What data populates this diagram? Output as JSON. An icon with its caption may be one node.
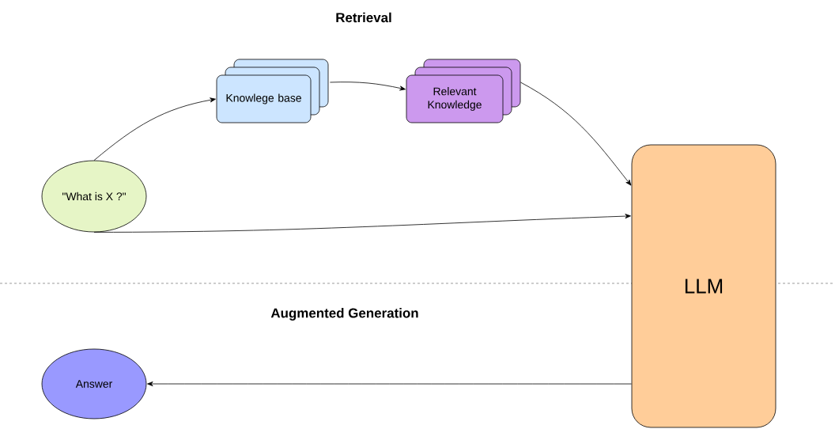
{
  "diagram": {
    "nodes": [
      {
        "text": [
          "\"What is X ?\""
        ]
      },
      {
        "text": [
          "Knowlege base"
        ]
      },
      {
        "text": [
          "Relevant Knowledge"
        ]
      },
      {
        "text": [
          "LLM"
        ]
      },
      {
        "text": [
          "Answer"
        ]
      }
    ],
    "edges": [
      {
        "from": 0,
        "to": 1,
        "arrow": "to"
      },
      {
        "from": 1,
        "to": 2,
        "arrow": "to"
      },
      {
        "from": 2,
        "to": 3,
        "arrow": "to"
      },
      {
        "from": 0,
        "to": 3,
        "arrow": "to"
      },
      {
        "from": 3,
        "to": 4,
        "arrow": "to"
      }
    ],
    "labels": [
      "Retrieval",
      "Augmented Generation"
    ]
  }
}
